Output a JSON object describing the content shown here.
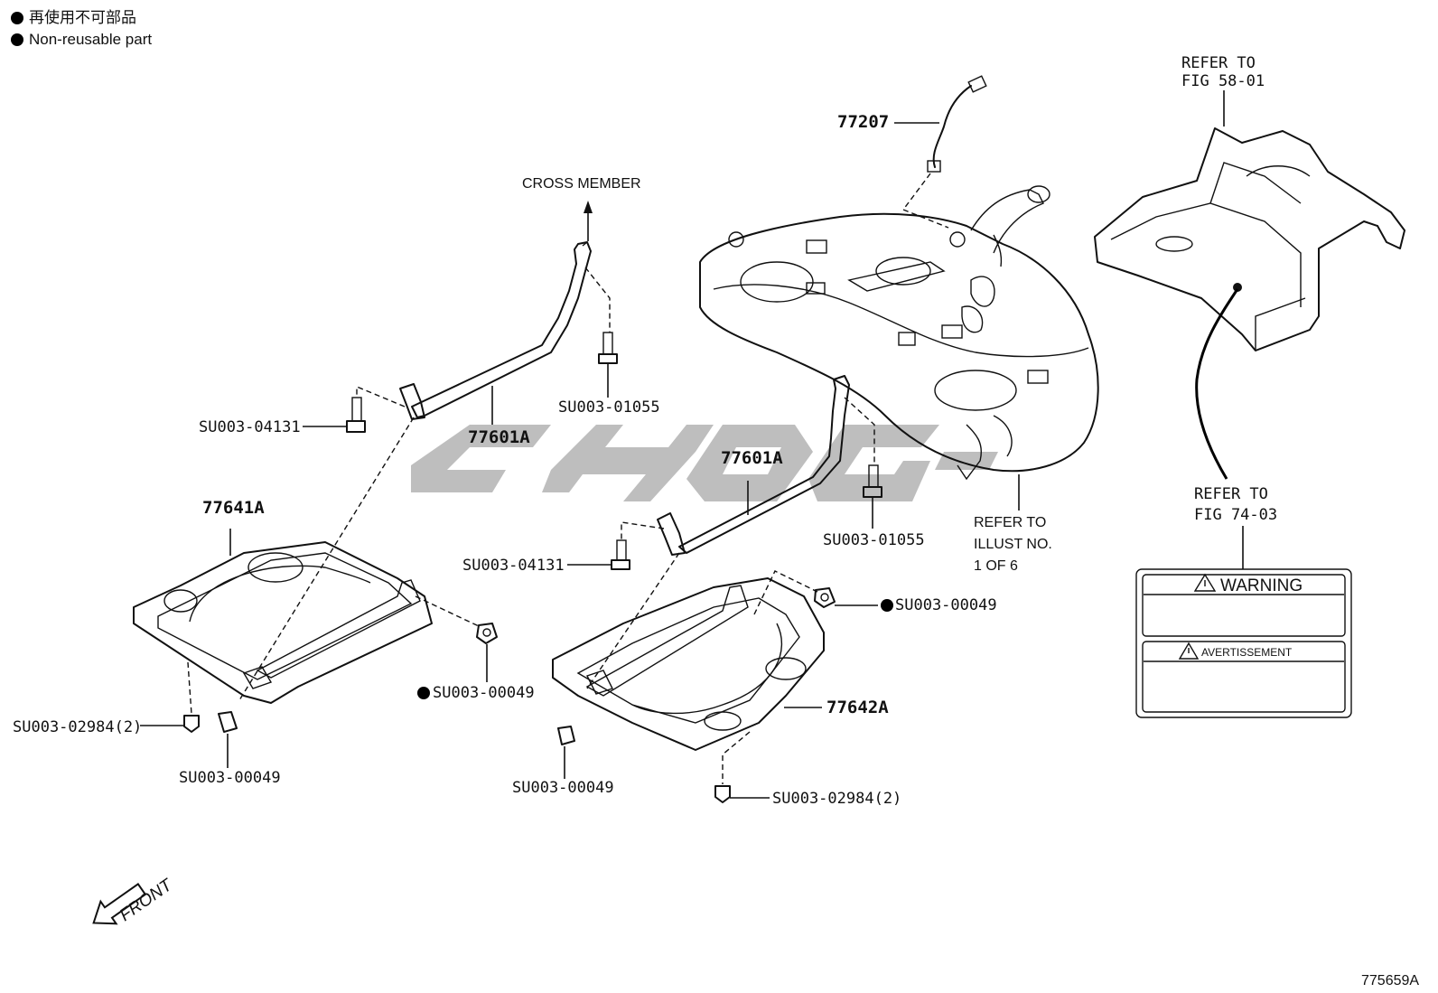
{
  "legend": {
    "items": [
      {
        "label": "再使用不可部品"
      },
      {
        "label": "Non-reusable part"
      }
    ]
  },
  "labels": {
    "cross_member": "CROSS MEMBER",
    "p77207": "77207",
    "refer_fig_58_l1": "REFER TO",
    "refer_fig_58_l2": "FIG 58-01",
    "refer_fig_74_l1": "REFER TO",
    "refer_fig_74_l2": "FIG 74-03",
    "refer_illust_l1": "REFER TO",
    "refer_illust_l2": "ILLUST NO.",
    "refer_illust_l3": "1 OF 6",
    "p77601a_left": "77601A",
    "p77601a_right": "77601A",
    "p77641a": "77641A",
    "p77642a": "77642A",
    "su_04131_left": "SU003-04131",
    "su_04131_right": "SU003-04131",
    "su_01055_left": "SU003-01055",
    "su_01055_right": "SU003-01055",
    "su_00049_nut_left": "SU003-00049",
    "su_00049_nut_right": "SU003-00049",
    "su_00049_clip_left": "SU003-00049",
    "su_00049_clip_right": "SU003-00049",
    "su_02984_left": "SU003-02984(2)",
    "su_02984_right": "SU003-02984(2)",
    "front": "FRONT",
    "figure_code": "775659A"
  },
  "warning_label": {
    "warning": "WARNING",
    "avertissement": "AVERTISSEMENT"
  },
  "watermark": {
    "color": "#b3b3b3"
  }
}
